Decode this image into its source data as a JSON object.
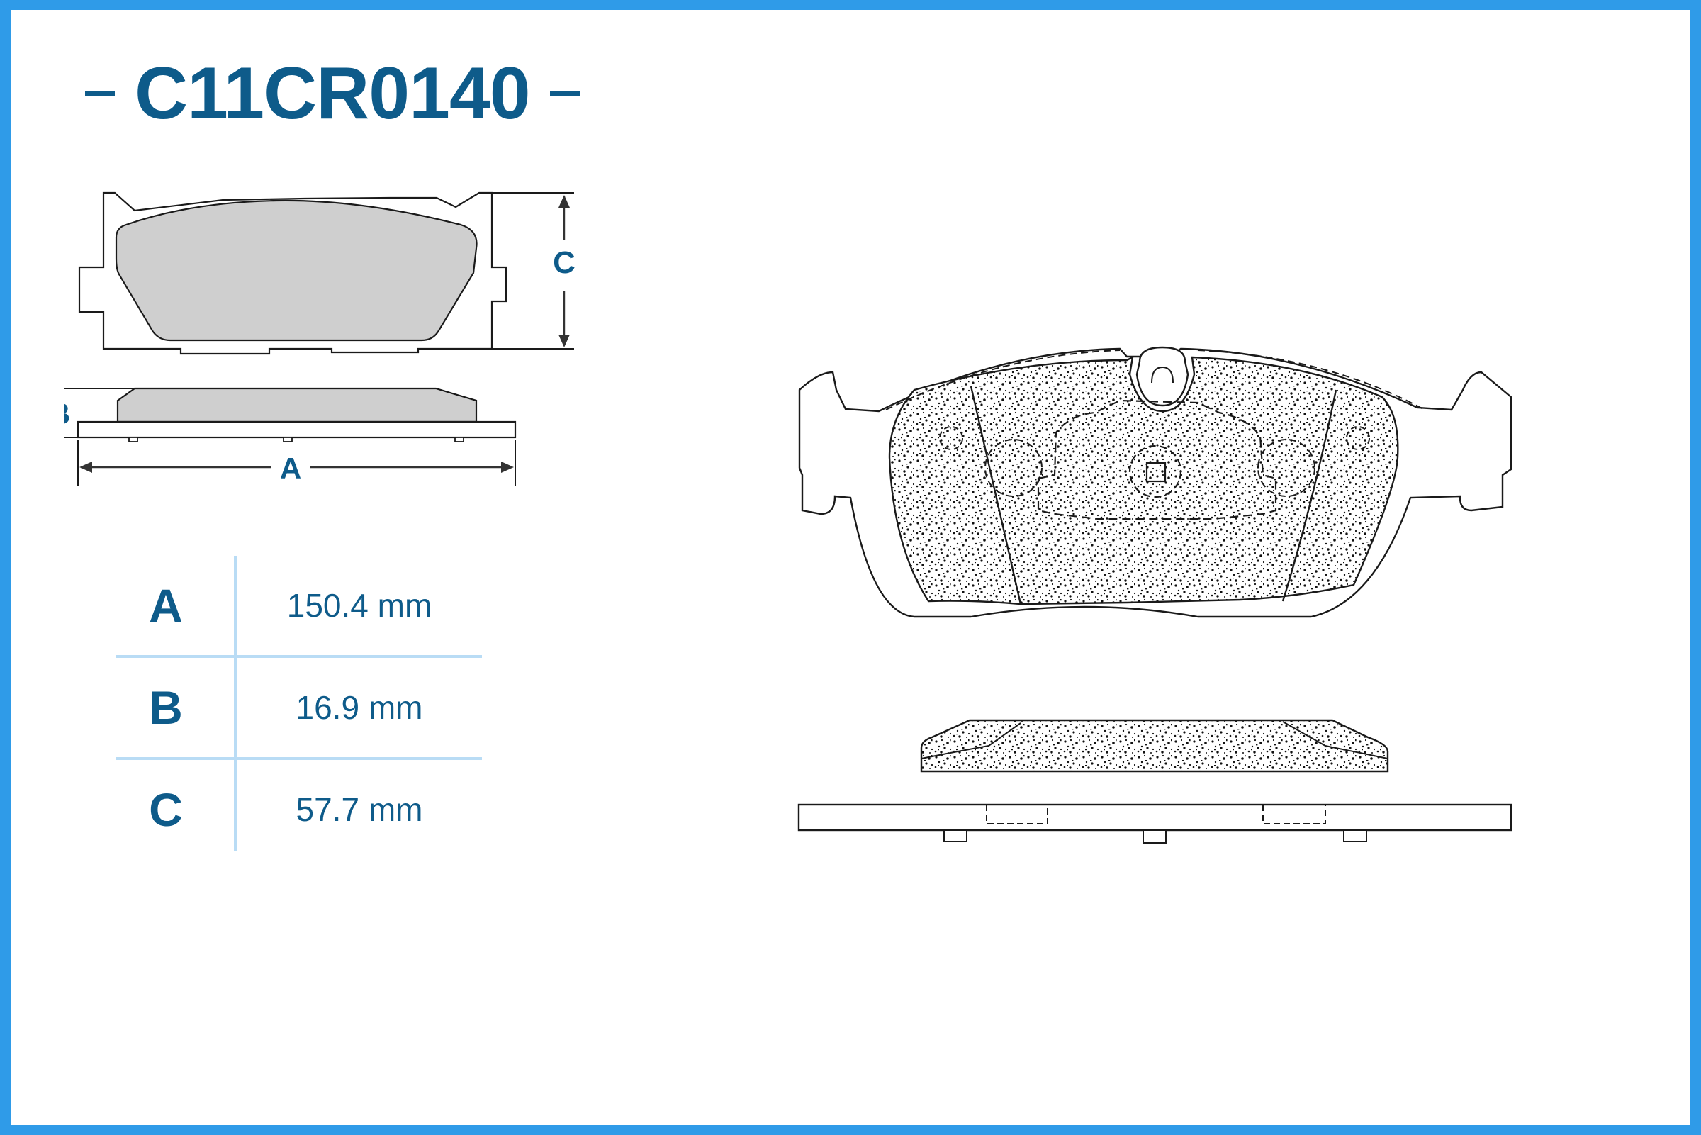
{
  "product": {
    "code": "C11CR0140"
  },
  "dimension_labels": {
    "a": "A",
    "b": "B",
    "c": "C"
  },
  "specs": [
    {
      "label": "A",
      "value": "150.4 mm"
    },
    {
      "label": "B",
      "value": "16.9 mm"
    },
    {
      "label": "C",
      "value": "57.7 mm"
    }
  ],
  "colors": {
    "brand": "#0e5b8a",
    "frame": "#2f9be8",
    "table_lines": "#b9dcf5",
    "pad_fill": "#cfcfcf"
  }
}
